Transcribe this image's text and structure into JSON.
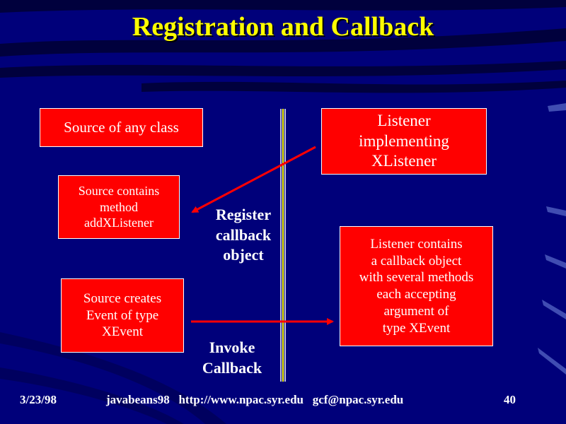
{
  "slide": {
    "title": "Registration and Callback",
    "colors": {
      "background": "#00007a",
      "title": "#ffff00",
      "box_fill": "#ff0000",
      "divider": "#ffff00",
      "text": "#ffffff"
    }
  },
  "diagram": {
    "source_box": "Source of any class",
    "source_contains_box": "Source contains\nmethod\naddXListener",
    "source_creates_box": "Source creates\nEvent of type\nXEvent",
    "listener_box": "Listener\nimplementing\nXListener",
    "listener_contains_box": "Listener contains\na callback object\nwith several methods\neach accepting\nargument of\ntype XEvent",
    "register_label": "Register\ncallback\nobject",
    "invoke_label": "Invoke\nCallback"
  },
  "footer": {
    "date": "3/23/98",
    "info": "javabeans98   http://www.npac.syr.edu   gcf@npac.syr.edu",
    "page_number": "40"
  }
}
